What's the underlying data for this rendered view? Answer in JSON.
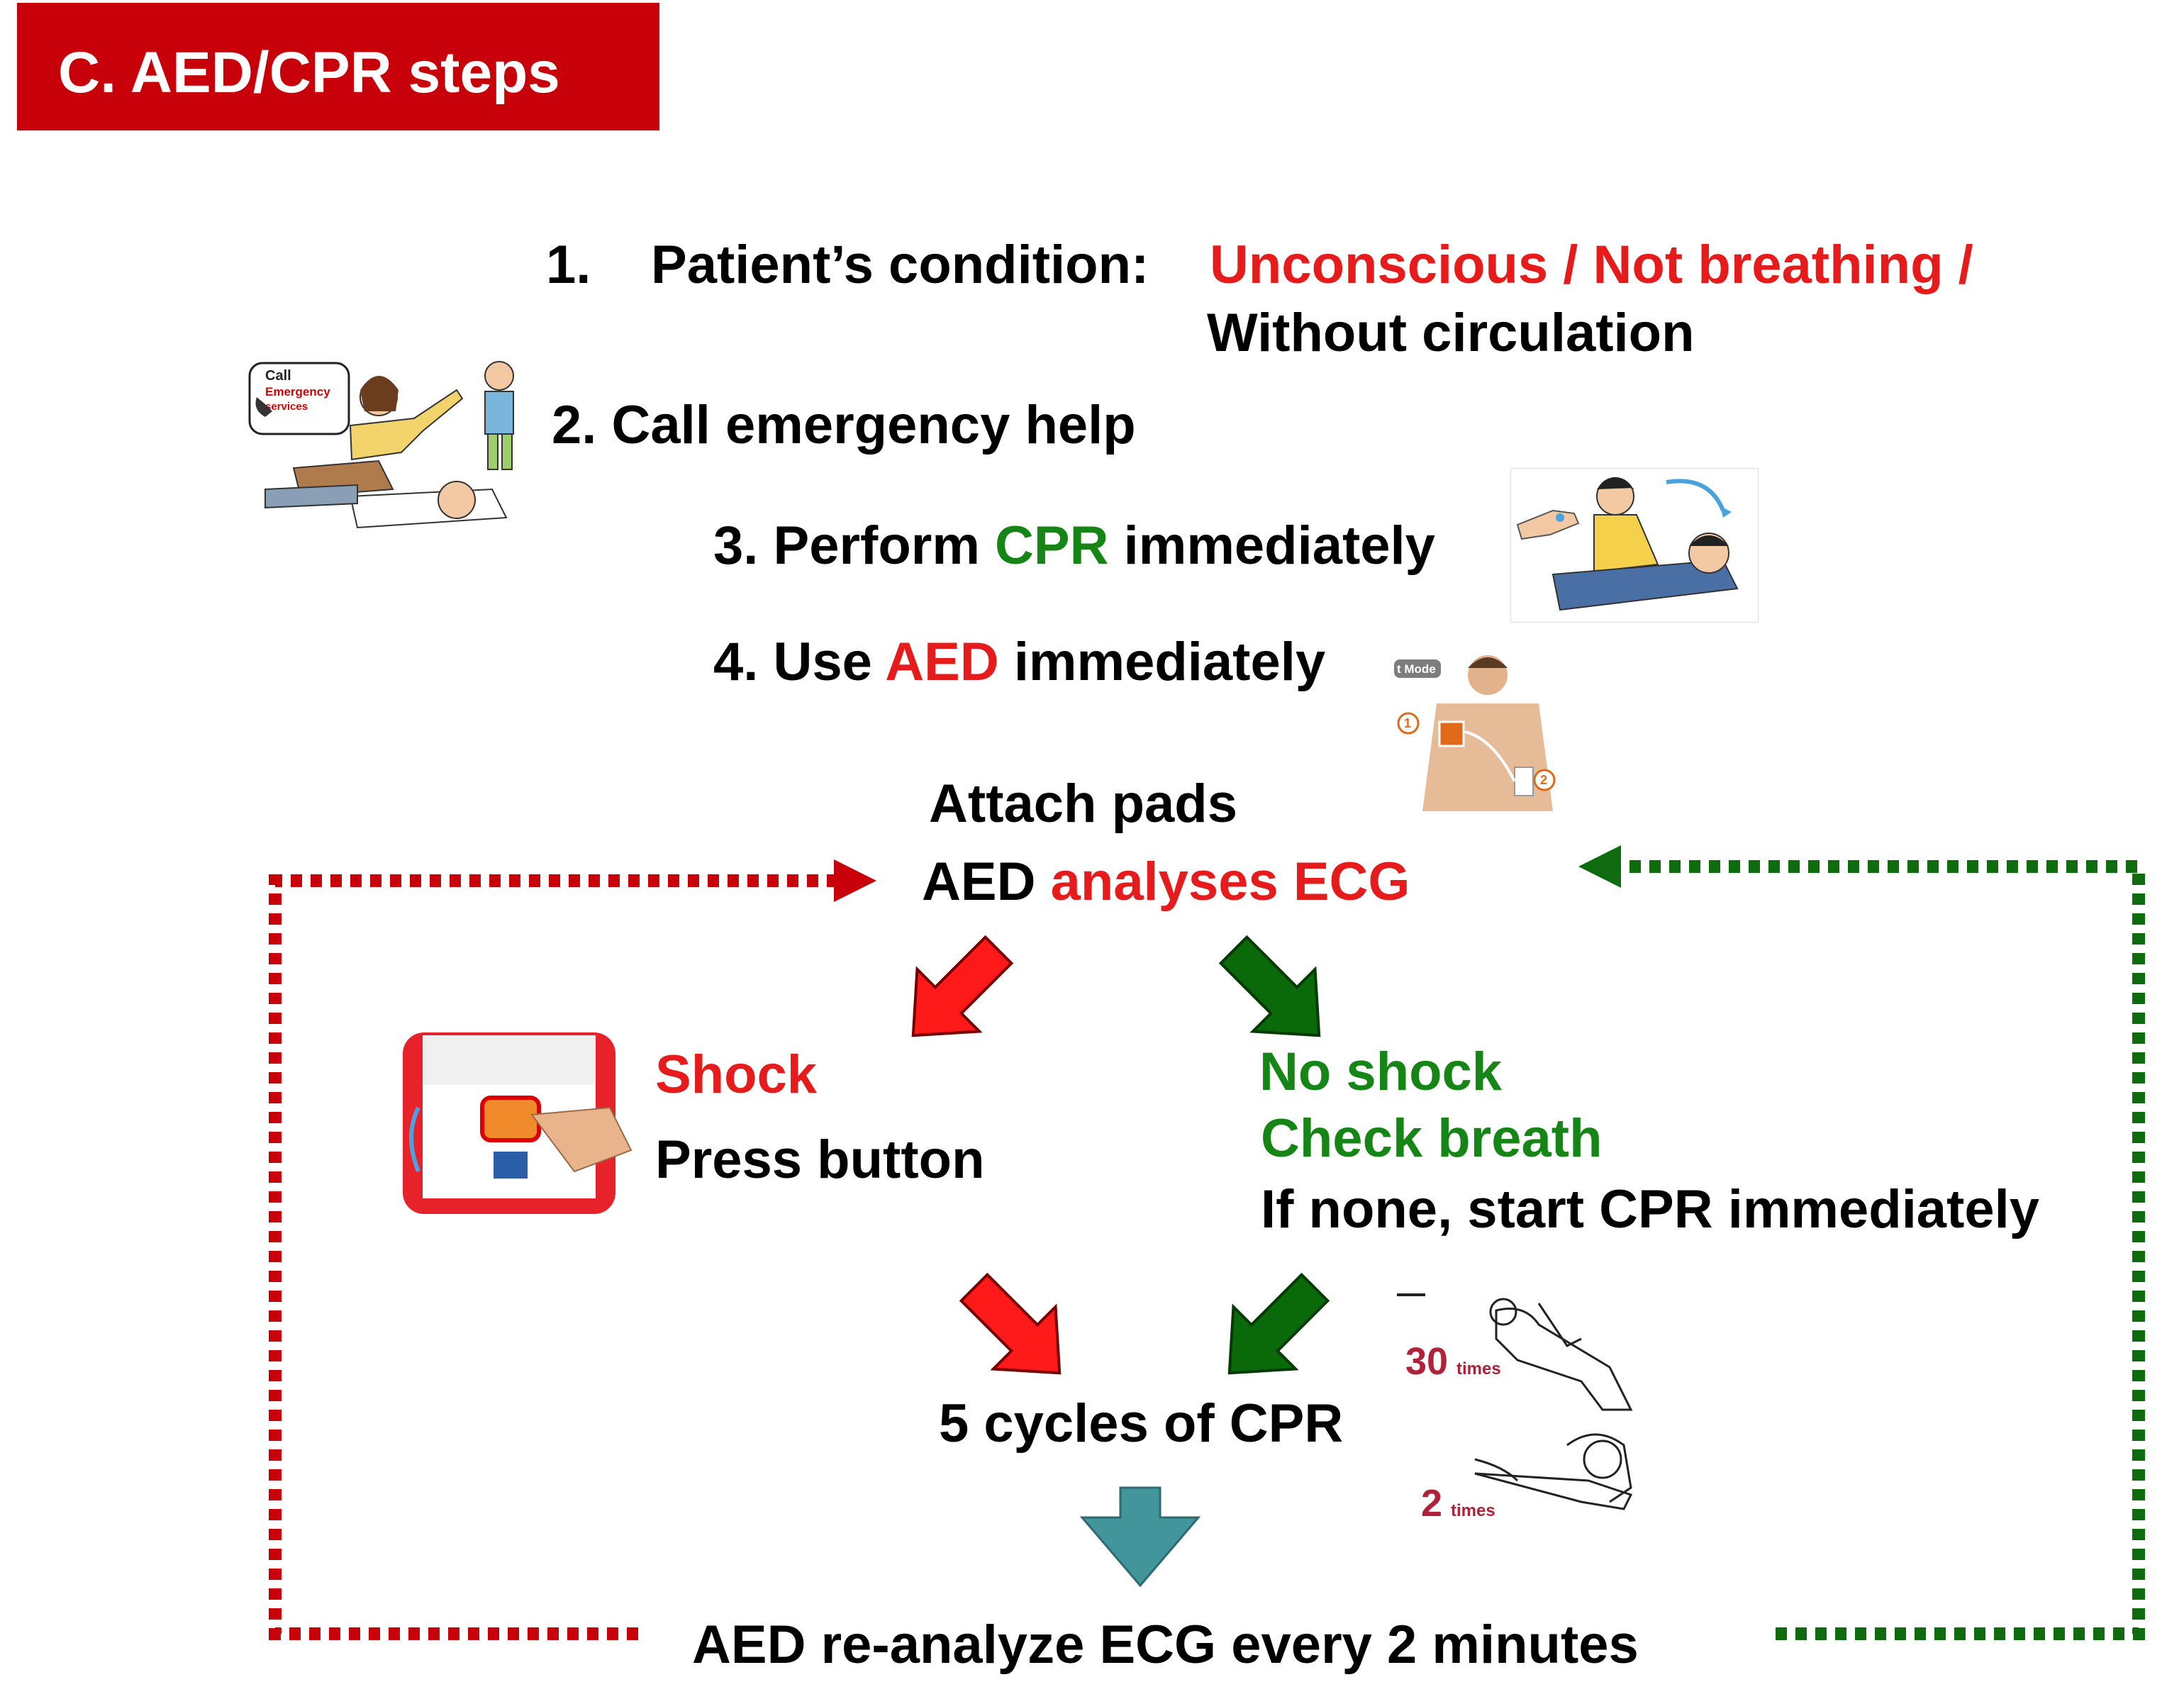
{
  "title": "C. AED/CPR steps",
  "colors": {
    "title_bg": "#c8000a",
    "red": "#e61b1b",
    "dark_red": "#c8000a",
    "green": "#158515",
    "dark_green": "#0e6b0e",
    "teal": "#43959c"
  },
  "steps": {
    "s1": {
      "number": "1.",
      "label": "Patient’s condition:",
      "highlight": "Unconscious / Not breathing /",
      "line2": "Without circulation"
    },
    "s2": {
      "text": "2. Call emergency help"
    },
    "s3": {
      "before": "3. Perform",
      "highlight": "CPR",
      "after": "immediately"
    },
    "s4": {
      "before": "4. Use",
      "highlight": "AED",
      "after": "immediately"
    }
  },
  "flow": {
    "attach": "Attach pads",
    "analyse_before": "AED",
    "analyse_highlight": "analyses ECG",
    "shock_title": "Shock",
    "shock_action": "Press button",
    "noshock_title": "No shock",
    "noshock_check": "Check breath",
    "noshock_action": "If none, start CPR immediately",
    "cycles": "5 cycles of CPR",
    "reanalyze": "AED re-analyze ECG every 2 minutes"
  },
  "illustrations": {
    "call_bubble_line1": "Call",
    "call_bubble_line2": "Emergency",
    "call_bubble_line3": "services",
    "cpr_compressions_count": "30",
    "cpr_compressions_unit": "times",
    "cpr_breaths_count": "2",
    "cpr_breaths_unit": "times",
    "pad_label_1": "1",
    "pad_label_2": "2",
    "mode_tab": "t Mode"
  },
  "icons": {
    "call_scene": "call-emergency-illustration",
    "cpr_scene": "cpr-illustration",
    "aed_pads": "aed-pad-placement-illustration",
    "aed_device": "aed-device-photo",
    "cpr_cycle": "cpr-compressions-breaths-illustration"
  }
}
